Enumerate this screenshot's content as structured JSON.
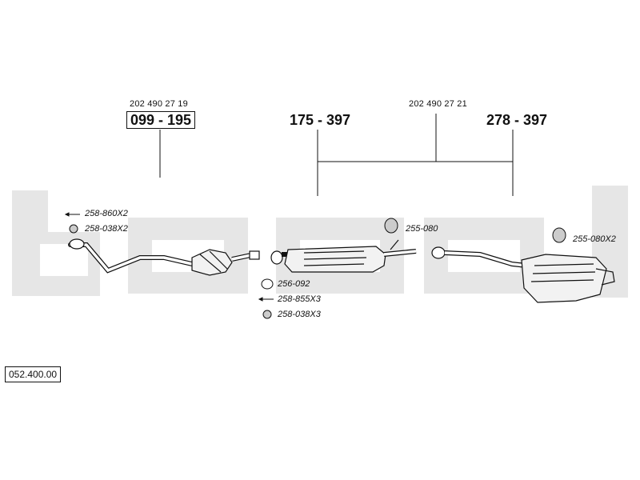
{
  "diagram": {
    "catalog_number": "052.400.00",
    "brand_watermark": "bosal",
    "oem_numbers": {
      "front_pipe": "202 490 27 19",
      "rear_system": "202 490 27 21"
    },
    "part_numbers": {
      "front_pipe": "099 - 195",
      "center_muffler": "175 - 397",
      "rear_muffler": "278 - 397"
    },
    "accessories": {
      "front_bolt": "258-860X2",
      "front_gasket": "258-038X2",
      "center_hanger": "255-080",
      "rear_hanger": "255-080X2",
      "clamp": "256-092",
      "mid_bolt": "258-855X3",
      "mid_gasket": "258-038X3"
    },
    "colors": {
      "line": "#111111",
      "watermark": "#e6e6e6",
      "part_fill": "#f2f2f2"
    }
  }
}
